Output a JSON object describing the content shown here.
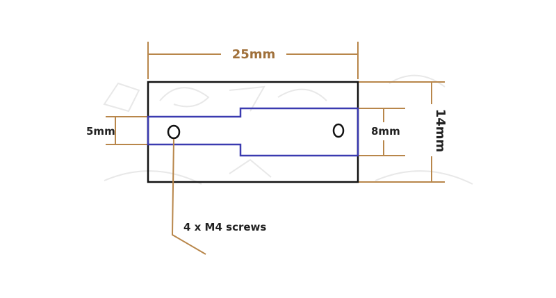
{
  "labels": {
    "width_25mm": "25mm",
    "height_14mm": "14mm",
    "slot_5mm": "5mm",
    "slot_8mm": "8mm",
    "screws": "4 x M4 screws"
  },
  "colors": {
    "outline": "#111111",
    "slot": "#3a3ab0",
    "dimension_line": "#b8864a",
    "label_dark": "#222222",
    "label_brown": "#a0703a",
    "watermark": "#e6e6e6"
  }
}
